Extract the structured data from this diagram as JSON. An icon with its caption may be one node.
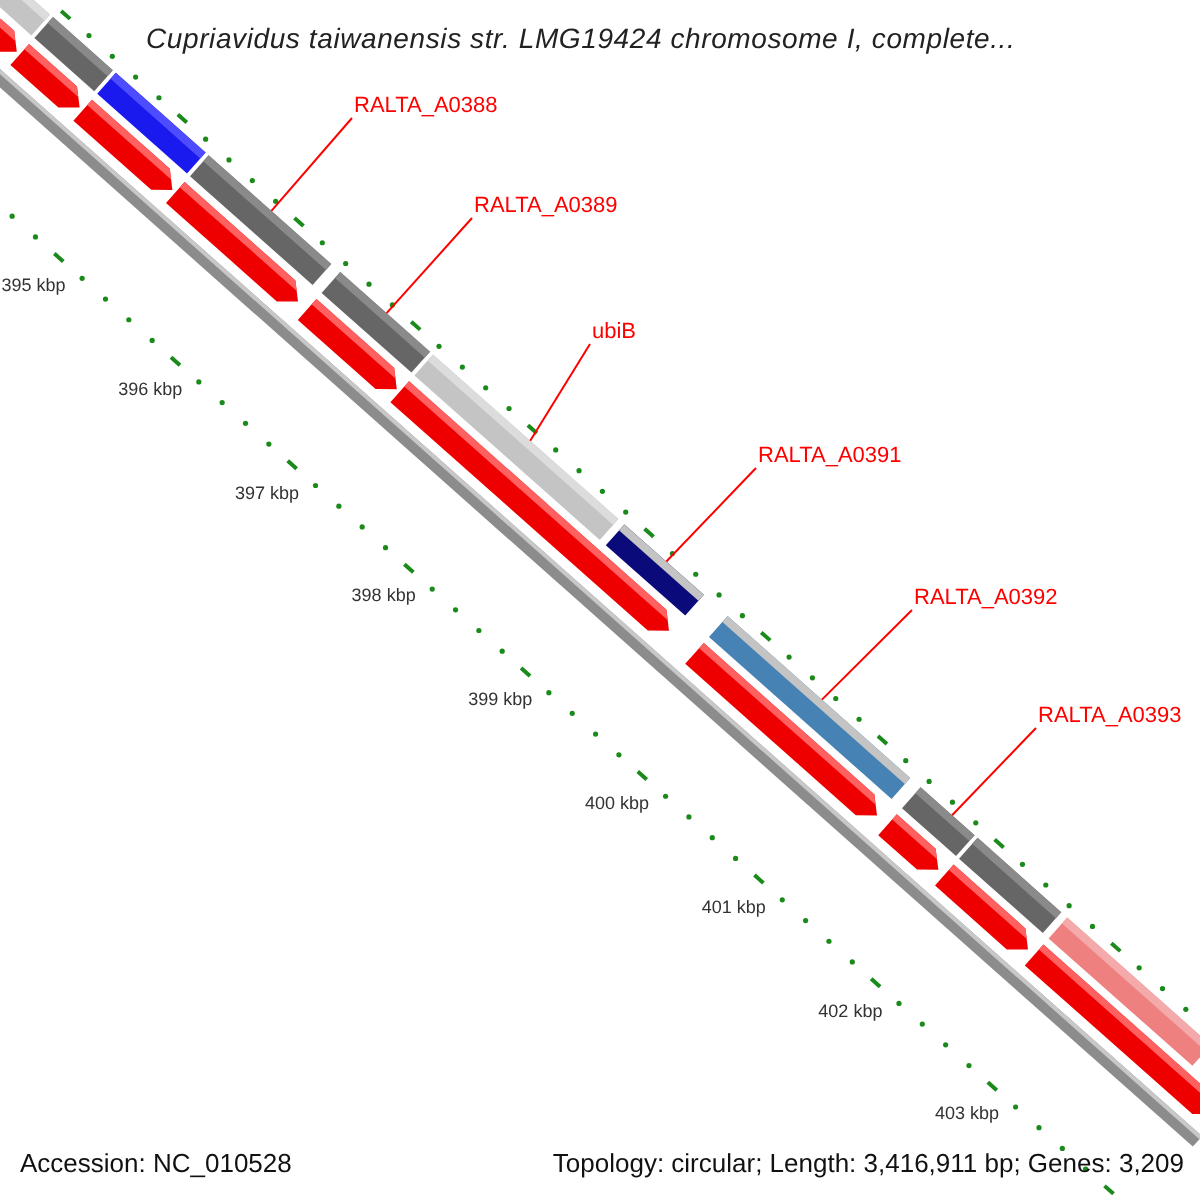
{
  "diagram": {
    "title": "Cupriavidus taiwanensis str. LMG19424 chromosome I, complete...",
    "nodes": [
      {
        "text": [
          "RALTA_A0388"
        ]
      },
      {
        "text": [
          "RALTA_A0389"
        ]
      },
      {
        "text": [
          "ubiB"
        ]
      },
      {
        "text": [
          "RALTA_A0391"
        ]
      },
      {
        "text": [
          "RALTA_A0392"
        ]
      },
      {
        "text": [
          "RALTA_A0393"
        ]
      },
      {
        "text": [],
        "shape": "bar"
      },
      {
        "text": [],
        "shape": "bar"
      },
      {
        "text": [],
        "shape": "bar"
      },
      {
        "text": [],
        "shape": "bar"
      },
      {
        "text": [],
        "shape": "bar"
      },
      {
        "text": [],
        "shape": "bar"
      },
      {
        "text": [],
        "shape": "bar"
      },
      {
        "text": [],
        "shape": "bar"
      },
      {
        "text": [],
        "shape": "bar"
      },
      {
        "text": [],
        "shape": "bar"
      },
      {
        "text": [],
        "shape": "bar"
      },
      {
        "text": [],
        "shape": "arrow"
      },
      {
        "text": [],
        "shape": "arrow"
      },
      {
        "text": [],
        "shape": "arrow"
      },
      {
        "text": [],
        "shape": "arrow"
      },
      {
        "text": [],
        "shape": "arrow"
      },
      {
        "text": [],
        "shape": "arrow"
      },
      {
        "text": [],
        "shape": "arrow"
      },
      {
        "text": [],
        "shape": "arrow"
      },
      {
        "text": [],
        "shape": "arrow"
      },
      {
        "text": [],
        "shape": "arrow"
      }
    ],
    "edges": [
      {
        "from": 0,
        "to": 9,
        "arrow": "none"
      },
      {
        "from": 1,
        "to": 10,
        "arrow": "none"
      },
      {
        "from": 2,
        "to": 11,
        "arrow": "none"
      },
      {
        "from": 3,
        "to": 12,
        "arrow": "none"
      },
      {
        "from": 4,
        "to": 13,
        "arrow": "none"
      },
      {
        "from": 5,
        "to": 14,
        "arrow": "none"
      }
    ],
    "labels": [
      "395 kbp",
      "396 kbp",
      "397 kbp",
      "398 kbp",
      "399 kbp",
      "400 kbp",
      "401 kbp",
      "402 kbp",
      "403 kbp",
      "Accession: NC_010528",
      "Topology: circular; Length: 3,416,911 bp; Genes: 3,209"
    ]
  }
}
